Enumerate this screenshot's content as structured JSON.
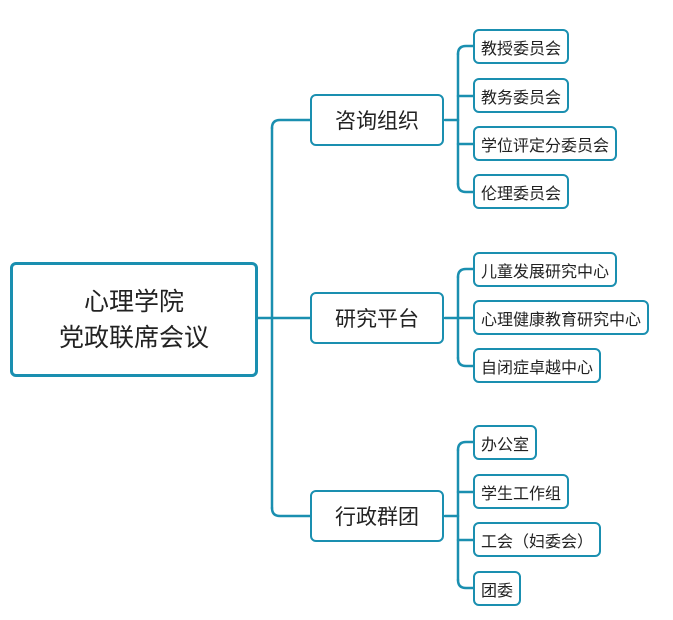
{
  "root": {
    "line1": "心理学院",
    "line2": "党政联席会议"
  },
  "branches": [
    {
      "label": "咨询组织",
      "children": [
        "教授委员会",
        "教务委员会",
        "学位评定分委员会",
        "伦理委员会"
      ]
    },
    {
      "label": "研究平台",
      "children": [
        "儿童发展研究中心",
        "心理健康教育研究中心",
        "自闭症卓越中心"
      ]
    },
    {
      "label": "行政群团",
      "children": [
        "办公室",
        "学生工作组",
        "工会（妇委会）",
        "团委"
      ]
    }
  ],
  "colors": {
    "line": "#1a8fb0",
    "border": "#1a8fb0",
    "text": "#222222"
  }
}
